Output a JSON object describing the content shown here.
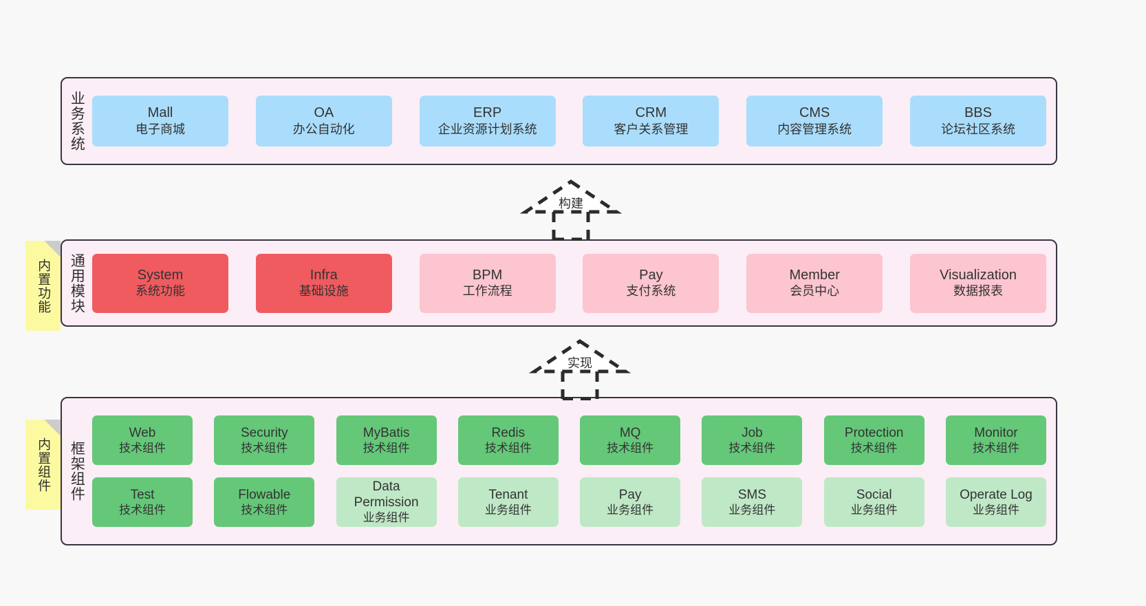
{
  "diagram": {
    "title_sr": "业务系统 / 通用模块 / 框架组件 架构图",
    "background": "#f8f8f8",
    "colors": {
      "layer_bg": "#fbeef6",
      "layer_border": "#3a3340",
      "business_card": "#aaddfb",
      "module_strong": "#ef5b5f",
      "module_light": "#fcc5cf",
      "tech_component": "#64c878",
      "business_component": "#bfe8c6",
      "note": "#fcfaa0",
      "note_fold": "#cccccc"
    }
  },
  "layers": [
    {
      "key": "business",
      "title": "业务系统",
      "cards": [
        {
          "name": "Mall",
          "desc": "电子商城"
        },
        {
          "name": "OA",
          "desc": "办公自动化"
        },
        {
          "name": "ERP",
          "desc": "企业资源计划系统"
        },
        {
          "name": "CRM",
          "desc": "客户关系管理"
        },
        {
          "name": "CMS",
          "desc": "内容管理系统"
        },
        {
          "name": "BBS",
          "desc": "论坛社区系统"
        }
      ]
    },
    {
      "key": "module",
      "title": "通用模块",
      "note": "内置功能",
      "cards": [
        {
          "name": "System",
          "desc": "系统功能",
          "variant": "strong"
        },
        {
          "name": "Infra",
          "desc": "基础设施",
          "variant": "strong"
        },
        {
          "name": "BPM",
          "desc": "工作流程",
          "variant": "light"
        },
        {
          "name": "Pay",
          "desc": "支付系统",
          "variant": "light"
        },
        {
          "name": "Member",
          "desc": "会员中心",
          "variant": "light"
        },
        {
          "name": "Visualization",
          "desc": "数据报表",
          "variant": "light"
        }
      ]
    },
    {
      "key": "framework",
      "title": "框架组件",
      "note": "内置组件",
      "row1": [
        {
          "name": "Web",
          "desc": "技术组件",
          "variant": "tech"
        },
        {
          "name": "Security",
          "desc": "技术组件",
          "variant": "tech"
        },
        {
          "name": "MyBatis",
          "desc": "技术组件",
          "variant": "tech"
        },
        {
          "name": "Redis",
          "desc": "技术组件",
          "variant": "tech"
        },
        {
          "name": "MQ",
          "desc": "技术组件",
          "variant": "tech"
        },
        {
          "name": "Job",
          "desc": "技术组件",
          "variant": "tech"
        },
        {
          "name": "Protection",
          "desc": "技术组件",
          "variant": "tech"
        },
        {
          "name": "Monitor",
          "desc": "技术组件",
          "variant": "tech"
        }
      ],
      "row2": [
        {
          "name": "Test",
          "desc": "技术组件",
          "variant": "tech"
        },
        {
          "name": "Flowable",
          "desc": "技术组件",
          "variant": "tech"
        },
        {
          "name": "Data Permission",
          "desc": "业务组件",
          "variant": "biz2"
        },
        {
          "name": "Tenant",
          "desc": "业务组件",
          "variant": "biz2"
        },
        {
          "name": "Pay",
          "desc": "业务组件",
          "variant": "biz2"
        },
        {
          "name": "SMS",
          "desc": "业务组件",
          "variant": "biz2"
        },
        {
          "name": "Social",
          "desc": "业务组件",
          "variant": "biz2"
        },
        {
          "name": "Operate Log",
          "desc": "业务组件",
          "variant": "biz2"
        }
      ]
    }
  ],
  "connectors": [
    {
      "key": "build",
      "label": "构建",
      "from": "module",
      "to": "business"
    },
    {
      "key": "implement",
      "label": "实现",
      "from": "framework",
      "to": "module"
    }
  ]
}
